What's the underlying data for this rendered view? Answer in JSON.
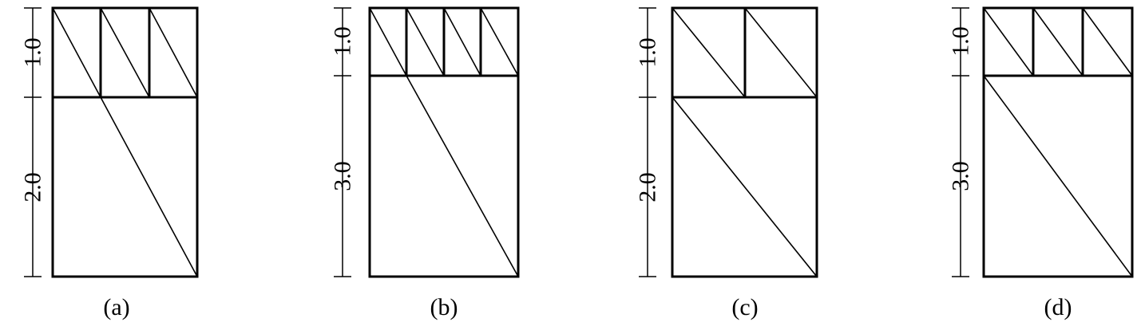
{
  "panels": [
    {
      "id": "a",
      "caption": "(a)",
      "top_divisions": 3,
      "dimensions": [
        "1.0",
        "2.0"
      ]
    },
    {
      "id": "b",
      "caption": "(b)",
      "top_divisions": 4,
      "dimensions": [
        "1.0",
        "3.0"
      ]
    },
    {
      "id": "c",
      "caption": "(c)",
      "top_divisions": 2,
      "dimensions": [
        "1.0",
        "2.0"
      ]
    },
    {
      "id": "d",
      "caption": "(d)",
      "top_divisions": 3,
      "dimensions": [
        "1.0",
        "3.0"
      ]
    }
  ]
}
